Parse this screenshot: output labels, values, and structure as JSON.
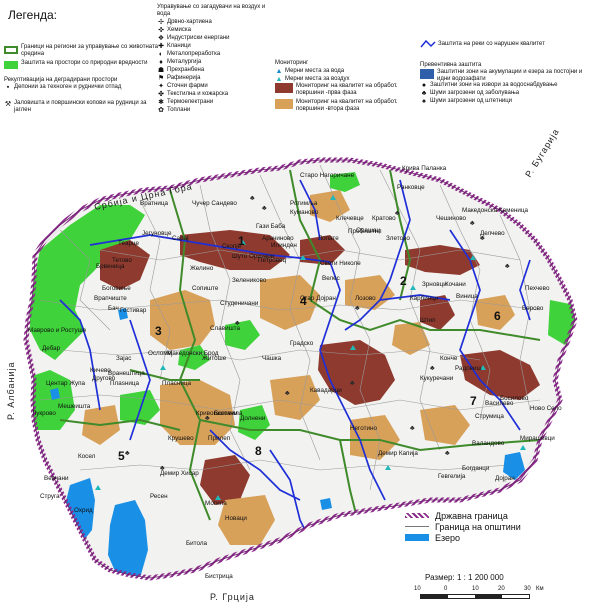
{
  "legend_title": "Легенда:",
  "left_legend": [
    {
      "label": "Граници на региони за управување со животната средина",
      "swatch": "#ffffff",
      "border": "#3f8a2a"
    },
    {
      "label": "Заштита на простори со природни вредности",
      "swatch": "#3fd23a",
      "border": "#3fd23a"
    }
  ],
  "rekult_title": "Рекултивација на деградирани простори",
  "rekult_items": [
    {
      "label": "Депонии за техноген и руднички отпад",
      "icon": "▪"
    },
    {
      "label": "Јаловишта и површински копови на рудници за јаглен",
      "icon": "⚒"
    }
  ],
  "upr_title": "Управување со загадувачи на воздух и вода",
  "upr_items": [
    {
      "label": "Дрвно-хартиена",
      "icon": "✢"
    },
    {
      "label": "Хемиска",
      "icon": "✜"
    },
    {
      "label": "Индустриски енергани",
      "icon": "❖"
    },
    {
      "label": "Кланици",
      "icon": "✚"
    },
    {
      "label": "Металопреработка",
      "icon": "◐"
    },
    {
      "label": "Металургија",
      "icon": "♦"
    },
    {
      "label": "Прехранбена",
      "icon": "☗"
    },
    {
      "label": "Рафинерија",
      "icon": "⚑"
    },
    {
      "label": "Сточни фарми",
      "icon": "✦"
    },
    {
      "label": "Текстилна и кожарска",
      "icon": "✤"
    },
    {
      "label": "Термоелектрани",
      "icon": "✱"
    },
    {
      "label": "Топлани",
      "icon": "✿"
    }
  ],
  "monitor_title": "Мониторинг",
  "monitor_items": [
    {
      "label": "Мерни места за вода",
      "icon": "▲",
      "color": "#1a88c9"
    },
    {
      "label": "Мерни места за воздух",
      "icon": "▲",
      "color": "#20b8b8"
    },
    {
      "label": "Мониторинг на квалитет на обработ. површини -прва фаза",
      "swatch": "#8f3a2f"
    },
    {
      "label": "Мониторинг на квалитет на обработ. површини -втора фаза",
      "swatch": "#d8a15a"
    }
  ],
  "river_label": "Заштита на реки со нарушен квалитет",
  "prev_title": "Превентивна заштита",
  "prev_items": [
    {
      "label": "Заштитни зони на акумулации и езера за постојни и идни водозафати",
      "swatch": "#2f5fa8"
    },
    {
      "label": "Заштитни зони на извори за водоснабдување",
      "icon": "●"
    },
    {
      "label": "Шуми загрозени од заболувања",
      "icon": "♣"
    },
    {
      "label": "Шуми загрозени од штетници",
      "icon": "♠"
    }
  ],
  "bottom_legend": [
    {
      "label": "Државна граница",
      "type": "hatch"
    },
    {
      "label": "Граница на општини",
      "type": "line"
    },
    {
      "label": "Езеро",
      "type": "fill"
    }
  ],
  "scale_label": "Размер: 1 : 1 200 000",
  "scale_ticks": [
    "10",
    "0",
    "10",
    "20",
    "30",
    "Км"
  ],
  "countries": [
    "Србија и Црна Гора",
    "Р. Бугарија",
    "Р. Грција",
    "Р. Албанија"
  ],
  "region_numbers": [
    "1",
    "2",
    "3",
    "4",
    "5",
    "6",
    "7",
    "8"
  ],
  "places": [
    "Куманово",
    "Кратово",
    "Крива Паланка",
    "Ранковце",
    "Старо Нагоричане",
    "Чучер Сандево",
    "Скопје",
    "Арачиново",
    "Петровец",
    "Зелениково",
    "Илинден",
    "Сопиште",
    "Студеничани",
    "Тетово",
    "Теарце",
    "Јегуновце",
    "Гостивар",
    "Врапчиште",
    "Маврово и Ростуше",
    "Дебар",
    "Кичево",
    "Другово",
    "Македонски Брод",
    "Пласница",
    "Охрид",
    "Струга",
    "Вевчани",
    "Ресен",
    "Битола",
    "Демир Хисар",
    "Крушево",
    "Прилеп",
    "Долнени",
    "Кривогаштани",
    "Могила",
    "Новаци",
    "Велес",
    "Чашка",
    "Градско",
    "Кавадарци",
    "Неготино",
    "Демир Капија",
    "Гевгелија",
    "Богданци",
    "Дојран",
    "Валандово",
    "Струмица",
    "Босилово",
    "Ново Село",
    "Радовиш",
    "Конче",
    "Штип",
    "Свети Николе",
    "Лозово",
    "Кочани",
    "Виница",
    "Пробиштип",
    "Злетово",
    "Делчево",
    "Пехчево",
    "Берово",
    "Македонска Каменица",
    "Чешиново",
    "Зрновци",
    "Карбинци",
    "Василево",
    "Гази Баба",
    "Сарај",
    "Желино",
    "Брвеница",
    "Боговиње",
    "Осломеј",
    "Зајас",
    "Вранештица",
    "Плаsница",
    "Центар Жупа",
    "Лукрово",
    "Мешеишта",
    "Косел",
    "Бистрица",
    "Бач",
    "Вратница",
    "Шуто Оризари",
    "Клечевце",
    "Орашац",
    "Лопате",
    "Ротимља",
    "Славишта",
    "Богомила",
    "Житоше",
    "Кукуречани",
    "Мирашевци",
    "Стар Дојран"
  ],
  "colors": {
    "accent": "#3fd23a",
    "brown": "#8f3a2f",
    "tan": "#d8a15a",
    "river": "#1f2fd8",
    "lake": "#1a8fe6",
    "border": "#3f8a2a"
  }
}
